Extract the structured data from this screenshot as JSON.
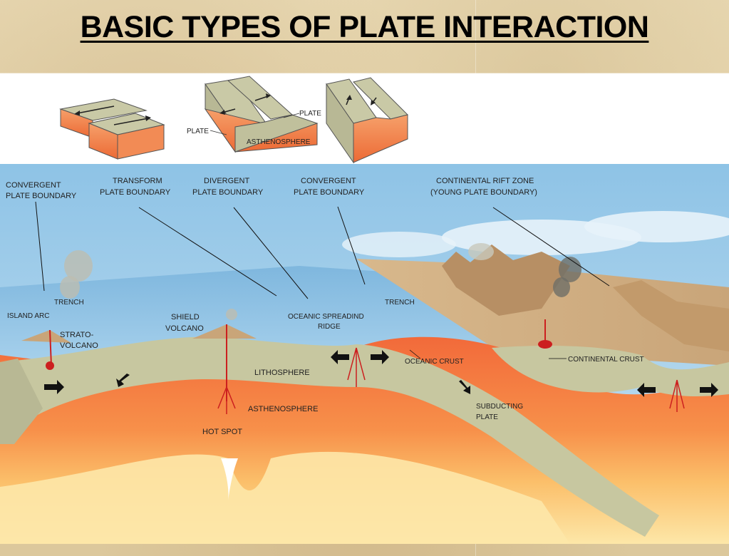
{
  "title": "BASIC TYPES OF PLATE INTERACTION",
  "blocks": {
    "plate_a": "PLATE",
    "plate_b": "PLATE",
    "asthenosphere": "ASTHENOSPHERE"
  },
  "boundaries": {
    "convergent_left_1": "CONVERGENT",
    "convergent_left_2": "PLATE BOUNDARY",
    "transform_1": "TRANSFORM",
    "transform_2": "PLATE BOUNDARY",
    "divergent_1": "DIVERGENT",
    "divergent_2": "PLATE BOUNDARY",
    "convergent_mid_1": "CONVERGENT",
    "convergent_mid_2": "PLATE BOUNDARY",
    "rift_1": "CONTINENTAL RIFT ZONE",
    "rift_2": "(YOUNG PLATE BOUNDARY)"
  },
  "features": {
    "trench_left": "TRENCH",
    "island_arc": "ISLAND ARC",
    "strato_1": "STRATO-",
    "strato_2": "VOLCANO",
    "shield_1": "SHIELD",
    "shield_2": "VOLCANO",
    "ridge_1": "OCEANIC SPREADIND",
    "ridge_2": "RIDGE",
    "trench_right": "TRENCH",
    "oceanic_crust": "OCEANIC CRUST",
    "continental_crust": "CONTINENTAL CRUST",
    "lithosphere": "LITHOSPHERE",
    "asthenosphere": "ASTHENOSPHERE",
    "hot_spot": "HOT SPOT",
    "subducting_1": "SUBDUCTING",
    "subducting_2": "PLATE"
  }
}
